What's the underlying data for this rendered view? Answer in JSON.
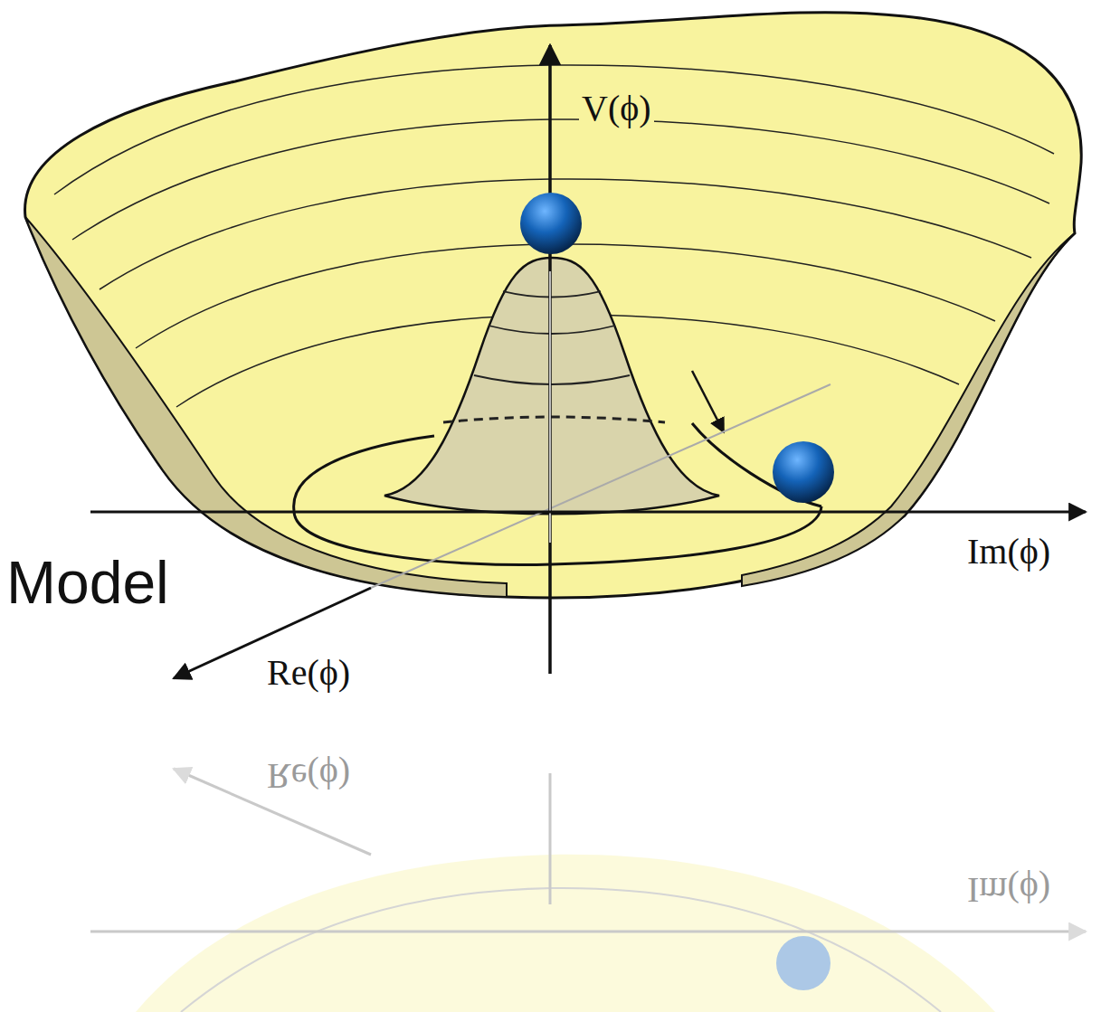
{
  "diagram": {
    "labels": [
      "V(ϕ)",
      "Model",
      "Im(ϕ)",
      "Re(ϕ)",
      "Re(ϕ)",
      "Im(ϕ)"
    ]
  }
}
